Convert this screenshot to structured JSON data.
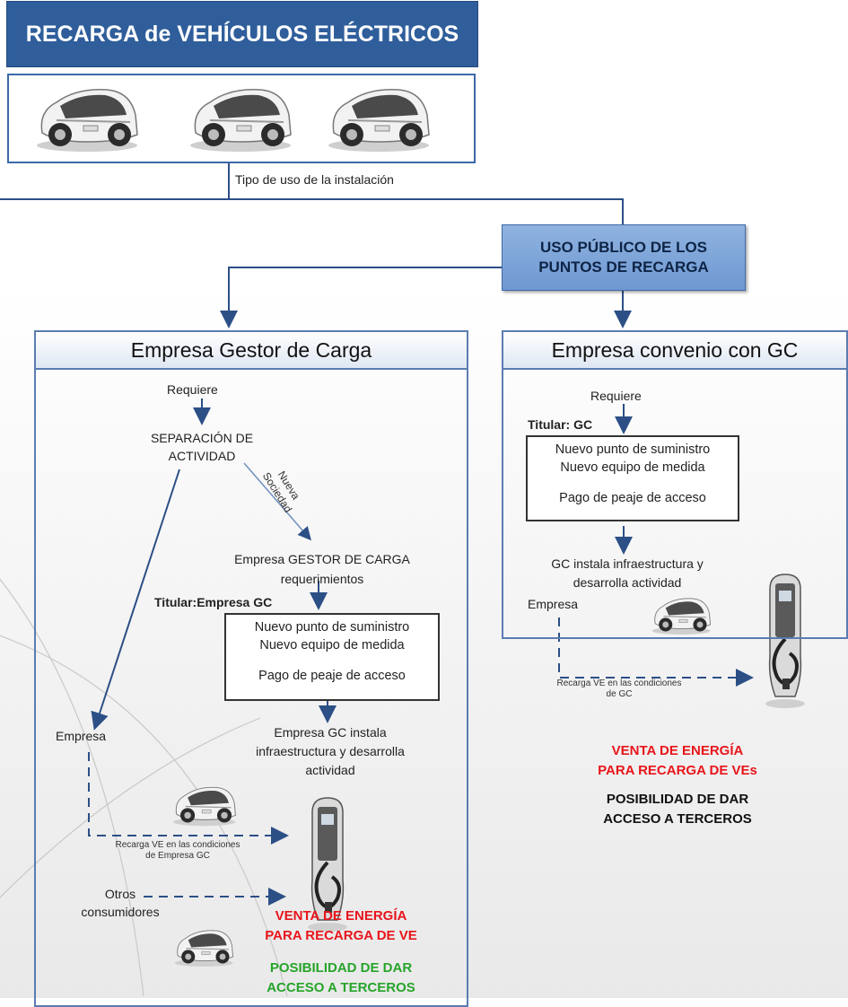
{
  "title": "RECARGA de VEHÍCULOS ELÉCTRICOS",
  "usage_label": "Tipo de uso de la instalación",
  "public_use": [
    "USO PÚBLICO DE LOS",
    "PUNTOS DE RECARGA"
  ],
  "left": {
    "header": "Empresa Gestor de Carga",
    "requiere": "Requiere",
    "separacion": [
      "SEPARACIÓN DE",
      "ACTIVIDAD"
    ],
    "nueva_sociedad": [
      "Nueva",
      "Sociedad"
    ],
    "gestor": [
      "Empresa GESTOR DE CARGA",
      "requerimientos"
    ],
    "titular": "Titular:Empresa GC",
    "box_lines": [
      "Nuevo punto de suministro",
      "Nuevo equipo de medida",
      "Pago de peaje de acceso"
    ],
    "instala": [
      "Empresa GC instala",
      "infraestructura y desarrolla",
      "actividad"
    ],
    "empresa": "Empresa",
    "recarga_note": [
      "Recarga VE en las condiciones",
      "de Empresa GC"
    ],
    "otros": [
      "Otros",
      "consumidores"
    ],
    "venta": [
      "VENTA DE ENERGÍA",
      "PARA RECARGA DE VE"
    ],
    "posibilidad": [
      "POSIBILIDAD DE DAR",
      "ACCESO A TERCEROS"
    ]
  },
  "right": {
    "header": "Empresa convenio con GC",
    "requiere": "Requiere",
    "titular": "Titular: GC",
    "box_lines": [
      "Nuevo punto de suministro",
      "Nuevo equipo de medida",
      "Pago de peaje de acceso"
    ],
    "instala": [
      "GC instala infraestructura y",
      "desarrolla actividad"
    ],
    "empresa": "Empresa",
    "recarga_note": [
      "Recarga VE en las condiciones",
      "de GC"
    ],
    "venta": [
      "VENTA DE ENERGÍA",
      "PARA RECARGA DE VEs"
    ],
    "posibilidad": [
      "POSIBILIDAD DE DAR",
      "ACCESO A TERCEROS"
    ]
  },
  "colors": {
    "title_bg": "#2f5e9b",
    "arrow": "#2c4f86",
    "red_text": "#e8151b",
    "green_text": "#27a42a"
  },
  "icons": [
    "electric-car-icon",
    "charging-station-icon"
  ]
}
